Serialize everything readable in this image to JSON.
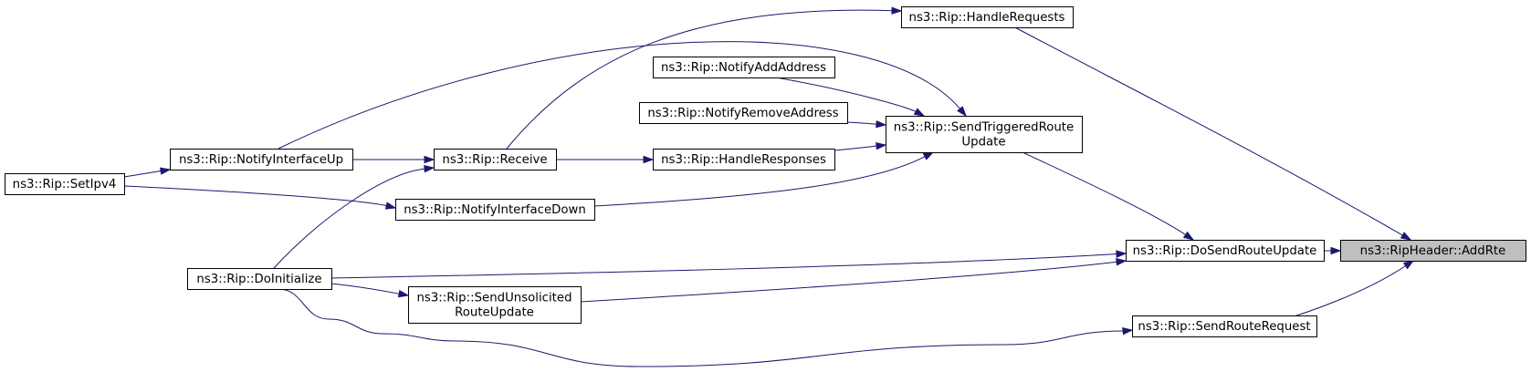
{
  "diagram": {
    "nodes": [
      {
        "id": "addrte",
        "lines": [
          "ns3::RipHeader::AddRte"
        ],
        "focus": true
      },
      {
        "id": "dosend",
        "lines": [
          "ns3::Rip::DoSendRouteUpdate"
        ]
      },
      {
        "id": "sendreq",
        "lines": [
          "ns3::Rip::SendRouteRequest"
        ]
      },
      {
        "id": "handlereq",
        "lines": [
          "ns3::Rip::HandleRequests"
        ]
      },
      {
        "id": "trig",
        "lines": [
          "ns3::Rip::SendTriggeredRoute",
          "Update"
        ]
      },
      {
        "id": "unsol",
        "lines": [
          "ns3::Rip::SendUnsolicited",
          "RouteUpdate"
        ]
      },
      {
        "id": "doinit",
        "lines": [
          "ns3::Rip::DoInitialize"
        ]
      },
      {
        "id": "receive",
        "lines": [
          "ns3::Rip::Receive"
        ]
      },
      {
        "id": "notifyup",
        "lines": [
          "ns3::Rip::NotifyInterfaceUp"
        ]
      },
      {
        "id": "notifydown",
        "lines": [
          "ns3::Rip::NotifyInterfaceDown"
        ]
      },
      {
        "id": "setipv4",
        "lines": [
          "ns3::Rip::SetIpv4"
        ]
      },
      {
        "id": "addaddr",
        "lines": [
          "ns3::Rip::NotifyAddAddress"
        ]
      },
      {
        "id": "remaddr",
        "lines": [
          "ns3::Rip::NotifyRemoveAddress"
        ]
      },
      {
        "id": "handleresp",
        "lines": [
          "ns3::Rip::HandleResponses"
        ]
      }
    ],
    "edges": [
      {
        "from": "dosend",
        "to": "addrte"
      },
      {
        "from": "handlereq",
        "to": "addrte"
      },
      {
        "from": "sendreq",
        "to": "addrte"
      },
      {
        "from": "trig",
        "to": "dosend"
      },
      {
        "from": "doinit",
        "to": "dosend"
      },
      {
        "from": "unsol",
        "to": "dosend"
      },
      {
        "from": "receive",
        "to": "handlereq"
      },
      {
        "from": "addaddr",
        "to": "trig"
      },
      {
        "from": "remaddr",
        "to": "trig"
      },
      {
        "from": "handleresp",
        "to": "trig"
      },
      {
        "from": "notifydown",
        "to": "trig"
      },
      {
        "from": "notifyup",
        "to": "trig"
      },
      {
        "from": "receive",
        "to": "handleresp"
      },
      {
        "from": "notifyup",
        "to": "receive"
      },
      {
        "from": "doinit",
        "to": "receive"
      },
      {
        "from": "setipv4",
        "to": "notifyup"
      },
      {
        "from": "setipv4",
        "to": "notifydown"
      },
      {
        "from": "doinit",
        "to": "unsol"
      },
      {
        "from": "doinit",
        "to": "sendreq"
      }
    ]
  }
}
